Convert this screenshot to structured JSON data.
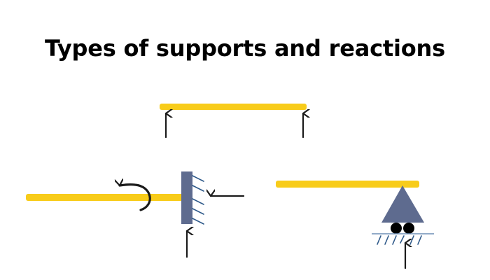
{
  "title": "Types of supports and reactions",
  "colors": {
    "beam": "#F8CC1A",
    "support": "#5E6B8F",
    "hatch": "#2F5A8A",
    "arrow": "#1A1A1A",
    "wheel": "#000000",
    "ground": "#6F8FB5"
  },
  "diagrams": [
    {
      "name": "simply-supported-beam",
      "elements": [
        "beam",
        "reaction-arrow-left",
        "reaction-arrow-right"
      ],
      "reactions": [
        "vertical",
        "vertical"
      ]
    },
    {
      "name": "fixed-support",
      "elements": [
        "cantilever-beam",
        "fixed-wall",
        "wall-hatching",
        "moment-arrow",
        "horizontal-reaction-arrow",
        "vertical-reaction-arrow"
      ],
      "reactions": [
        "moment",
        "horizontal",
        "vertical"
      ]
    },
    {
      "name": "roller-support",
      "elements": [
        "beam",
        "triangle-support",
        "rollers",
        "ground-line",
        "ground-hatching",
        "vertical-reaction-arrow"
      ],
      "reactions": [
        "vertical"
      ]
    }
  ]
}
